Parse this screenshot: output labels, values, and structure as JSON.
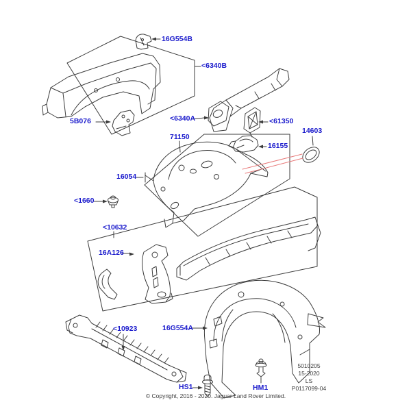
{
  "diagram": {
    "labels": [
      {
        "id": "16G554B",
        "text": "16G554B"
      },
      {
        "id": "6340B",
        "text": "<6340B"
      },
      {
        "id": "5B076",
        "text": "5B076"
      },
      {
        "id": "6340A",
        "text": "<6340A"
      },
      {
        "id": "71150",
        "text": "71150"
      },
      {
        "id": "61350",
        "text": "<61350"
      },
      {
        "id": "14603",
        "text": "14603"
      },
      {
        "id": "16155",
        "text": "16155"
      },
      {
        "id": "16054",
        "text": "16054"
      },
      {
        "id": "1660",
        "text": "<1660"
      },
      {
        "id": "10632",
        "text": "<10632"
      },
      {
        "id": "16A126",
        "text": "16A126"
      },
      {
        "id": "10923",
        "text": "<10923"
      },
      {
        "id": "16G554A",
        "text": "16G554A"
      },
      {
        "id": "HS1",
        "text": "HS1"
      },
      {
        "id": "HM1",
        "text": "HM1"
      }
    ],
    "info_block": {
      "lines": [
        "5010205",
        "15-2020",
        "LS",
        "P0117099-04"
      ]
    },
    "copyright": "© Copyright, 2016 - 2020. Jaguar Land Rover Limited.",
    "colors": {
      "label": "#1a1acc",
      "line": "#3c3c3c",
      "red_leader": "#e87a7a",
      "background": "#ffffff"
    }
  }
}
